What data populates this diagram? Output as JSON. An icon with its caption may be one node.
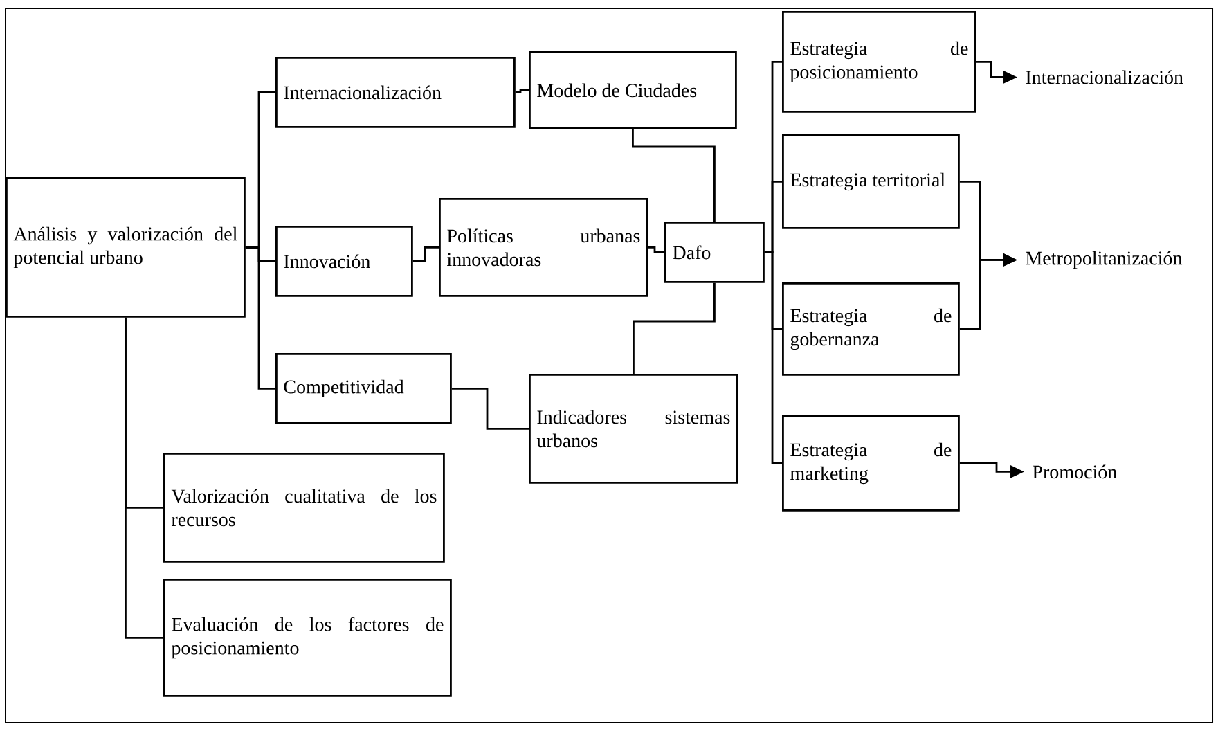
{
  "diagram": {
    "nodes": [
      {
        "text": [
          "Análisis y valorización del potencial urbano"
        ]
      },
      {
        "text": [
          "Internacionalización"
        ]
      },
      {
        "text": [
          "Innovación"
        ]
      },
      {
        "text": [
          "Competitividad"
        ]
      },
      {
        "text": [
          "Modelo de Ciudades"
        ]
      },
      {
        "text": [
          "Políticas urbanas innovadoras"
        ]
      },
      {
        "text": [
          "Dafo"
        ]
      },
      {
        "text": [
          "Indicadores sistemas urbanos"
        ]
      },
      {
        "text": [
          "Valorización cualitativa de los recursos"
        ]
      },
      {
        "text": [
          "Evaluación de los factores de posicionamiento"
        ]
      },
      {
        "text": [
          "Estrategia de posicionamiento"
        ]
      },
      {
        "text": [
          "Estrategia territorial"
        ]
      },
      {
        "text": [
          "Estrategia de gobernanza"
        ]
      },
      {
        "text": [
          "Estrategia de marketing"
        ]
      },
      {
        "text": [
          "Internacionalización"
        ]
      },
      {
        "text": [
          "Metropolitanización"
        ]
      },
      {
        "text": [
          "Promoción"
        ]
      }
    ],
    "edges": [
      {
        "from": 0,
        "to": 1,
        "arrow": "none"
      },
      {
        "from": 0,
        "to": 2,
        "arrow": "none"
      },
      {
        "from": 0,
        "to": 3,
        "arrow": "none"
      },
      {
        "from": 0,
        "to": 8,
        "arrow": "none"
      },
      {
        "from": 0,
        "to": 9,
        "arrow": "none"
      },
      {
        "from": 1,
        "to": 4,
        "arrow": "none"
      },
      {
        "from": 2,
        "to": 5,
        "arrow": "none"
      },
      {
        "from": 3,
        "to": 7,
        "arrow": "none"
      },
      {
        "from": 4,
        "to": 6,
        "arrow": "none"
      },
      {
        "from": 5,
        "to": 6,
        "arrow": "none"
      },
      {
        "from": 7,
        "to": 6,
        "arrow": "none"
      },
      {
        "from": 6,
        "to": 10,
        "arrow": "none"
      },
      {
        "from": 6,
        "to": 11,
        "arrow": "none"
      },
      {
        "from": 6,
        "to": 12,
        "arrow": "none"
      },
      {
        "from": 6,
        "to": 13,
        "arrow": "none"
      },
      {
        "from": 10,
        "to": 14,
        "arrow": "to"
      },
      {
        "from": 11,
        "to": 15,
        "arrow": "to"
      },
      {
        "from": 12,
        "to": 15,
        "arrow": "to"
      },
      {
        "from": 13,
        "to": 16,
        "arrow": "to"
      }
    ]
  }
}
